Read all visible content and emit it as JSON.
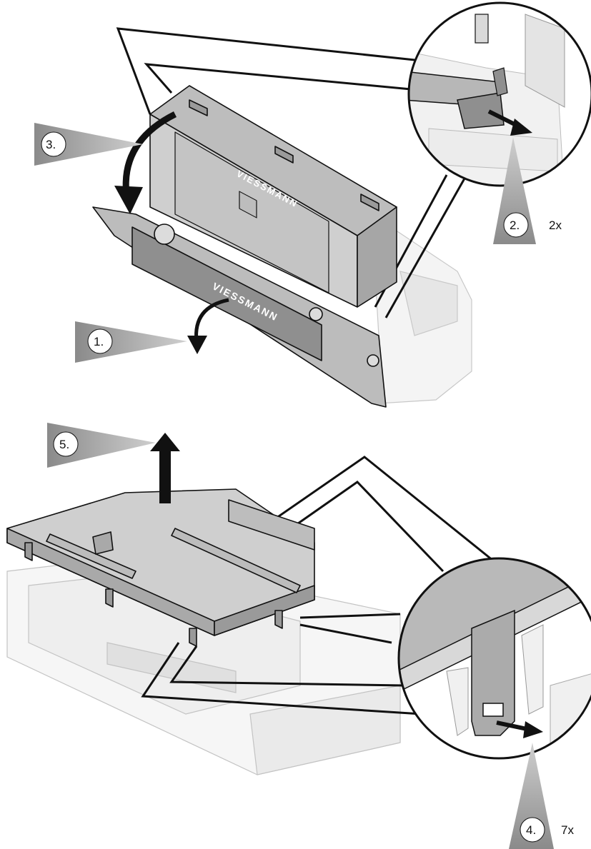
{
  "steps": [
    {
      "number": "1."
    },
    {
      "number": "2.",
      "count": "2x"
    },
    {
      "number": "3."
    },
    {
      "number": "4.",
      "count": "7x"
    },
    {
      "number": "5."
    }
  ],
  "brand_marks": [
    "VIESSMANN",
    "VIESSMANN"
  ],
  "colors": {
    "part_dark": "#8c8c8c",
    "part_mid": "#b4b4b4",
    "part_light": "#d9d9d9",
    "ghost": "#eeeeee",
    "line": "#111111",
    "arrow_body": "#7a7a7a"
  }
}
